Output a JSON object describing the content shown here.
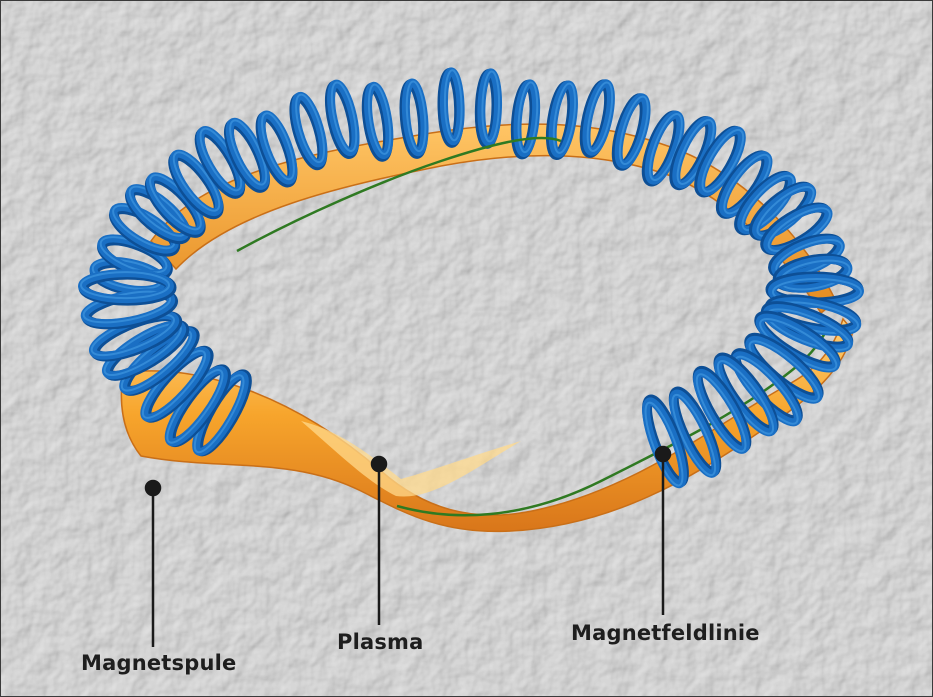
{
  "labels": {
    "coil": "Magnetspule",
    "plasma": "Plasma",
    "field_line": "Magnetfeldlinie"
  },
  "colors": {
    "background": "#d6d6d6",
    "coil": "#1a6fc4",
    "coil_dark": "#0d4f96",
    "coil_light": "#3f95e0",
    "plasma": "#f39a22",
    "plasma_light": "#ffd07a",
    "plasma_dark": "#d9761a",
    "field_line": "#2f7a22",
    "leader": "#1a1a1a"
  }
}
